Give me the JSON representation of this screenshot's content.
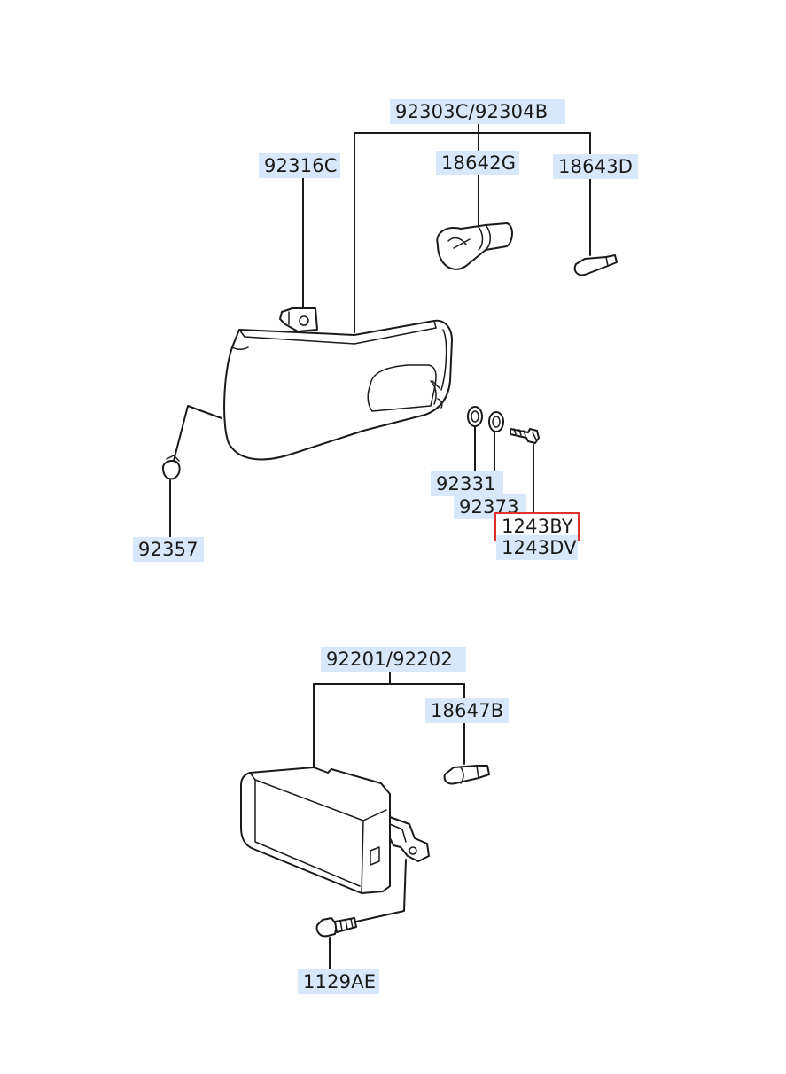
{
  "diagram": {
    "labels": {
      "l92303C": "92303C/92304B",
      "l92316C": "92316C",
      "l18642G": "18642G",
      "l18643D": "18643D",
      "l92331": "92331",
      "l92373": "92373",
      "l1243BY": "1243BY",
      "l1243DV": "1243DV",
      "l92357": "92357",
      "l92201": "92201/92202",
      "l18647B": "18647B",
      "l1129AE": "1129AE"
    },
    "highlighted_part": "1243BY",
    "colors": {
      "label_background": "#d6e8f9",
      "highlight_border": "#e03030",
      "line": "#1a1a1a"
    }
  }
}
